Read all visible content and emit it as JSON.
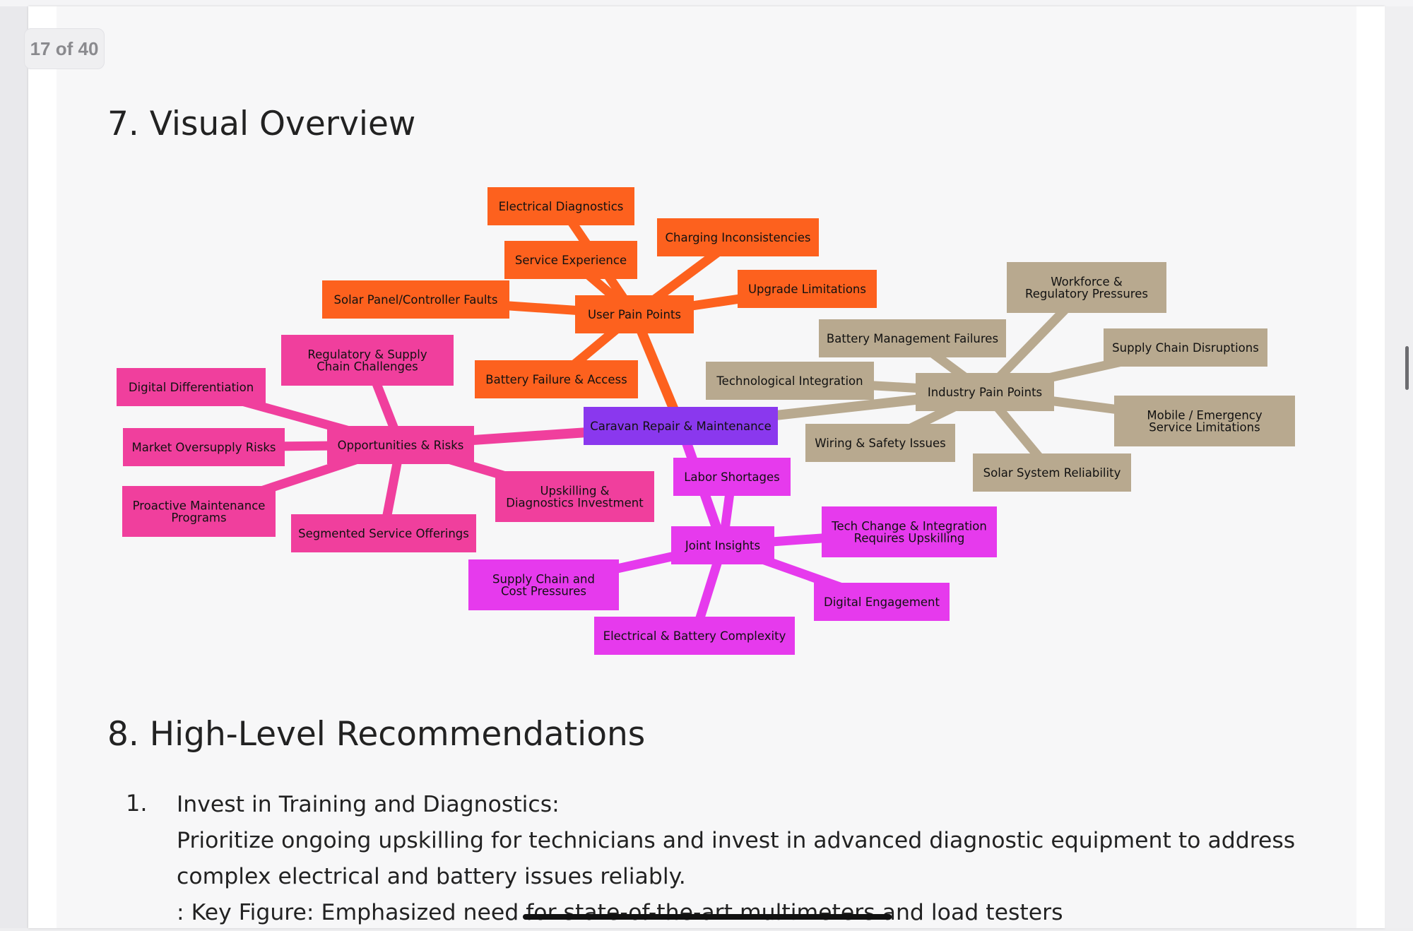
{
  "page_badge": "17 of 40",
  "section7": {
    "heading": "7. Visual Overview"
  },
  "mindmap": {
    "colors": {
      "center": "#8a38ee",
      "user_pain": "#fd611e",
      "industry_pain": "#b8a98f",
      "opportunities": "#f03f9d",
      "joint": "#e63aed"
    },
    "center": "Caravan Repair & Maintenance",
    "user_pain_points": {
      "label": "User Pain Points",
      "items": [
        "Electrical Diagnostics",
        "Charging Inconsistencies",
        "Service Experience",
        "Upgrade Limitations",
        "Solar Panel/Controller Faults",
        "Battery Failure & Access"
      ]
    },
    "industry_pain_points": {
      "label": "Industry Pain Points",
      "items": [
        "Workforce & Regulatory Pressures",
        "Battery Management Failures",
        "Supply Chain Disruptions",
        "Technological Integration",
        "Mobile / Emergency Service Limitations",
        "Wiring & Safety Issues",
        "Solar System Reliability"
      ]
    },
    "opportunities_risks": {
      "label": "Opportunities & Risks",
      "items": [
        "Regulatory & Supply Chain Challenges",
        "Digital Differentiation",
        "Market Oversupply Risks",
        "Proactive Maintenance Programs",
        "Segmented Service Offerings",
        "Upskilling & Diagnostics Investment"
      ]
    },
    "joint_insights": {
      "label": "Joint Insights",
      "items": [
        "Labor Shortages",
        "Tech Change & Integration Requires Upskilling",
        "Supply Chain and Cost Pressures",
        "Digital Engagement",
        "Electrical & Battery Complexity"
      ]
    }
  },
  "section8": {
    "heading": "8. High-Level Recommendations",
    "items": [
      {
        "number": "1.",
        "title": "Invest in Training and Diagnostics:",
        "body": "Prioritize ongoing upskilling for technicians and invest in advanced diagnostic equipment to address complex electrical and battery issues reliably.",
        "key_figure": ": Key Figure: Emphasized need for state-of-the-art multimeters and load testers"
      }
    ]
  }
}
